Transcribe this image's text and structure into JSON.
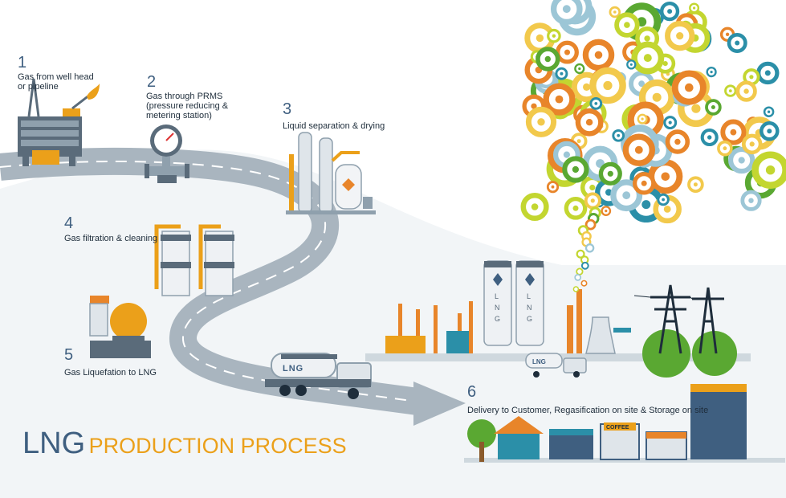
{
  "title": {
    "part1": "LNG",
    "part2": "PRODUCTION PROCESS"
  },
  "steps": [
    {
      "number": "1",
      "label_lines": [
        "Gas from well head",
        "or pipeline"
      ]
    },
    {
      "number": "2",
      "label_lines": [
        "Gas through PRMS",
        "(pressure reducing &",
        "metering station)"
      ]
    },
    {
      "number": "3",
      "label_lines": [
        "Liquid separation & drying"
      ]
    },
    {
      "number": "4",
      "label_lines": [
        "Gas filtration & cleaning"
      ]
    },
    {
      "number": "5",
      "label_lines": [
        "Gas Liquefation to LNG"
      ]
    },
    {
      "number": "6",
      "label_lines": [
        "Delivery to Customer, Regasification on site & Storage on site"
      ]
    }
  ],
  "truck_labels": {
    "main": "LNG",
    "small": "LNG"
  },
  "tank_labels": {
    "left": [
      "L",
      "N",
      "G"
    ],
    "right": [
      "L",
      "N",
      "G"
    ]
  },
  "shop_sign": "COFFEE",
  "colors": {
    "accent_blue": "#3f5f80",
    "accent_orange": "#eba01a",
    "road_gray": "#a9b5bf",
    "ground": "#cfd8de",
    "teal": "#2b8fa8",
    "green": "#5aa832",
    "lime": "#c3d630",
    "orange": "#e8852a"
  }
}
